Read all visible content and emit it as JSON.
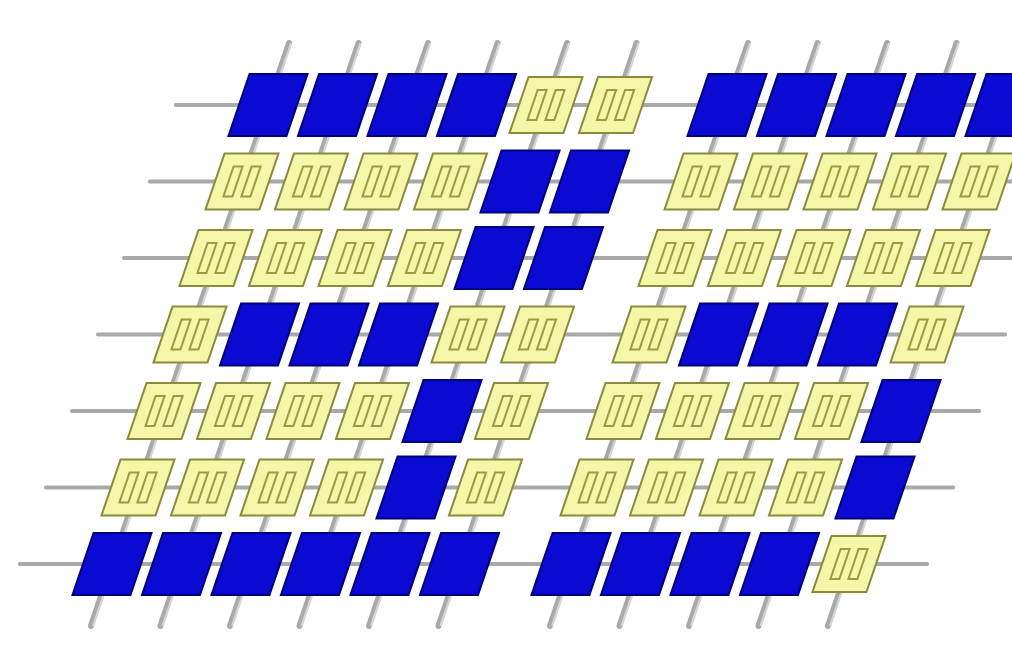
{
  "diagram": {
    "type": "crossbar-array",
    "colors": {
      "background": "#ffffff",
      "wire": "#a9a9a9",
      "wire_highlight": "#d6d6d6",
      "cell_on": "#0a0ad2",
      "cell_on_edge": "#02027a",
      "cell_off": "#f4f6a8",
      "cell_off_edge": "#8a8c3c",
      "cell_off_mark": "#9a9c42"
    },
    "rows": [
      "11110011111",
      "00001100000",
      "00001100000",
      "01110001110",
      "00001000001",
      "00001000001",
      "11111111110"
    ]
  }
}
